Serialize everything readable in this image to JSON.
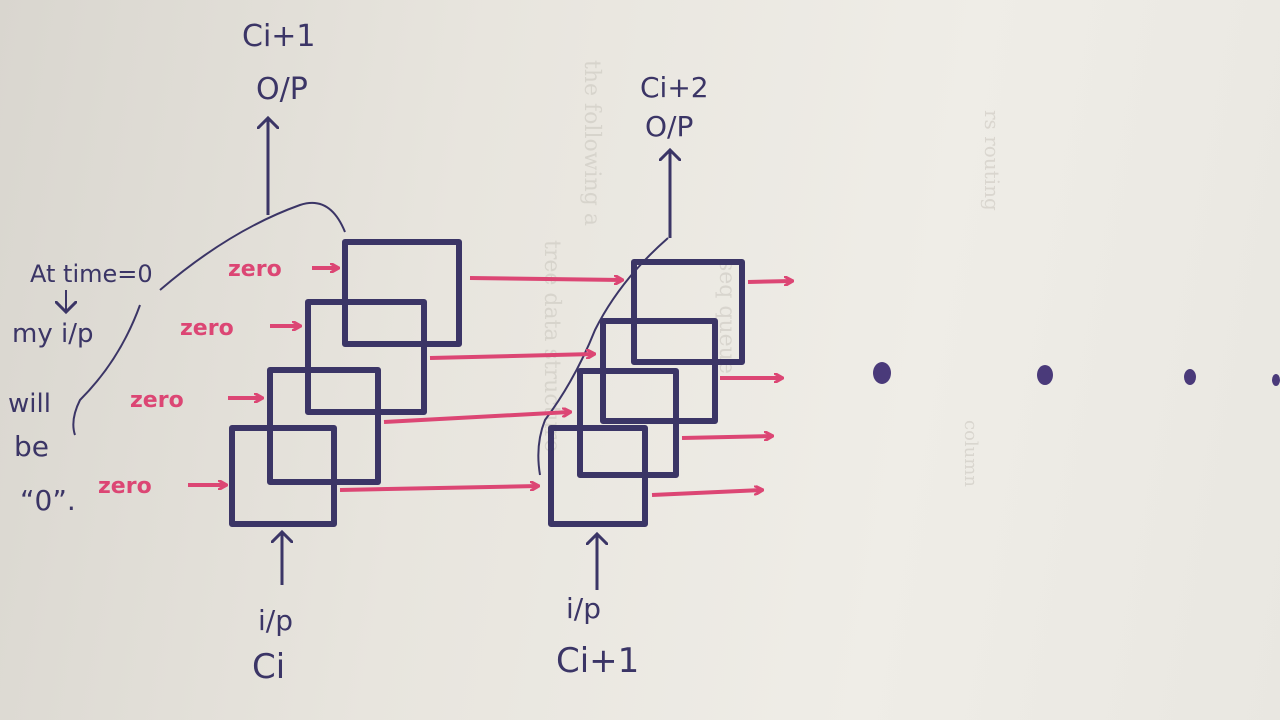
{
  "diagram": {
    "zero_labels": [
      "zero",
      "zero",
      "zero",
      "zero"
    ],
    "cell_1": {
      "output_label": "Ci+1",
      "output_tag": "O/P",
      "input_tag": "i/p",
      "input_label": "Ci"
    },
    "cell_2": {
      "output_label": "Ci+2",
      "output_tag": "O/P",
      "input_tag": "i/p",
      "input_label": "Ci+1"
    },
    "note": {
      "line1": "At time=0",
      "line2": "my i/p",
      "line3": "will",
      "line4": "be",
      "line5": "“0”."
    },
    "ink_color": "#3b3566",
    "arrow_color": "#dc4674"
  }
}
